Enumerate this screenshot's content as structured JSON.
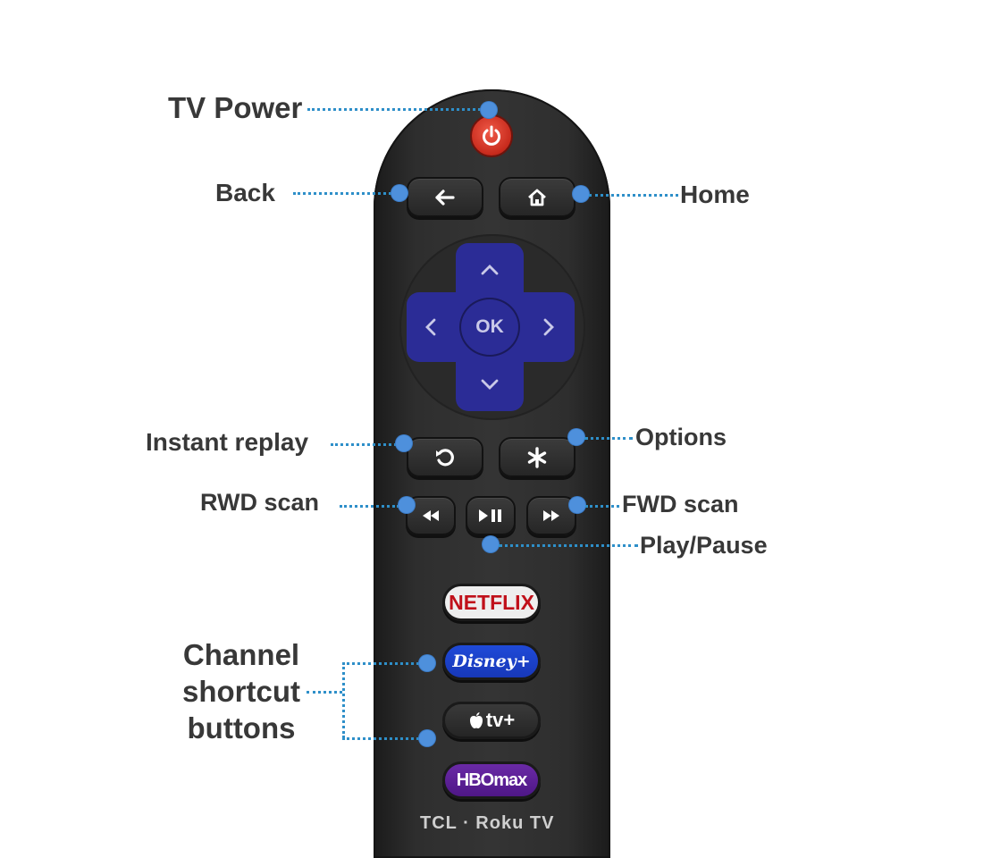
{
  "labels": {
    "tv_power": "TV Power",
    "back": "Back",
    "home": "Home",
    "instant_replay": "Instant replay",
    "options": "Options",
    "rwd_scan": "RWD scan",
    "fwd_scan": "FWD scan",
    "play_pause": "Play/Pause",
    "channel_line1": "Channel",
    "channel_line2": "shortcut",
    "channel_line3": "buttons"
  },
  "remote": {
    "ok_label": "OK",
    "netflix": "NETFLIX",
    "disney": "Disney+",
    "appletv": "tv+",
    "hbomax": "HBOmax",
    "brand": "TCL · Roku TV"
  },
  "colors": {
    "callout_line": "#2e8fc9",
    "callout_dot": "#4e90dc",
    "dpad": "#2b2c96",
    "power": "#d5301f",
    "netflix_red": "#c0101a",
    "disney_blue": "#1f4ad8",
    "hbo_purple": "#5a1e96"
  },
  "icons": [
    "power-icon",
    "back-arrow-icon",
    "home-icon",
    "chevron-up-icon",
    "chevron-down-icon",
    "chevron-left-icon",
    "chevron-right-icon",
    "replay-icon",
    "asterisk-icon",
    "rewind-icon",
    "play-pause-icon",
    "fast-forward-icon",
    "apple-logo-icon"
  ]
}
